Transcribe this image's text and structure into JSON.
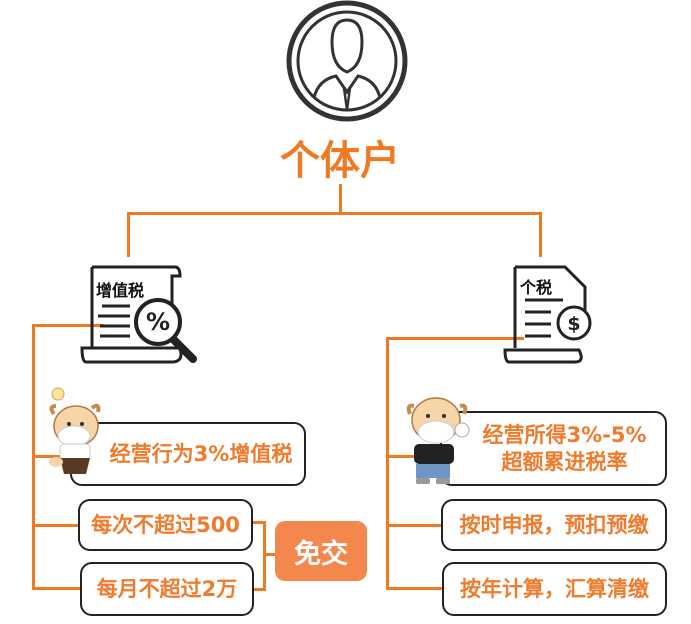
{
  "title": "个体户",
  "colors": {
    "accent": "#F07A22",
    "badge": "#F4884C",
    "outline": "#222222"
  },
  "left_branch": {
    "icon_label": "增值税",
    "items": [
      "经营行为3%增值税",
      "每次不超过500",
      "每月不超过2万"
    ],
    "exempt_label": "免交"
  },
  "right_branch": {
    "icon_label": "个税",
    "items": [
      {
        "line1": "经营所得3%-5%",
        "line2": "超额累进税率"
      },
      "按时申报，预扣预缴",
      "按年计算，汇算清缴"
    ]
  }
}
